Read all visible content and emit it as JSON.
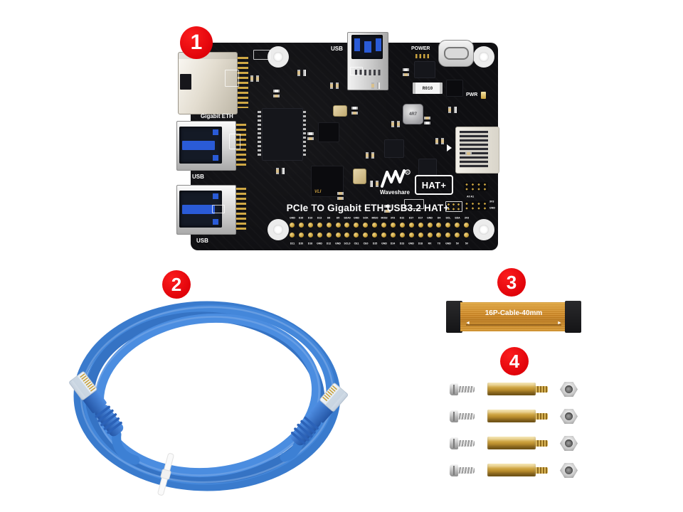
{
  "items": {
    "badge_board": "1",
    "badge_ethernet_cable": "2",
    "badge_ffc_cable": "3",
    "badge_standoff_kit": "4"
  },
  "board": {
    "title": "PCIe TO Gigabit ETH USB3.2 HAT+",
    "port_labels": {
      "gigabit_eth": "Gigabit ETH",
      "usb_top": "USB",
      "usb_left_1": "USB",
      "usb_left_2": "USB",
      "power": "POWER"
    },
    "silkscreen": {
      "pwr": "PWR",
      "shunt_resistor": "R010",
      "inductor": "4R7",
      "hat_badge": "HAT+",
      "brand": "Waveshare",
      "chip_logo": "VLI",
      "aux_header": "A0 A1",
      "rail_3v3": "3V3",
      "rail_gnd": "GND"
    },
    "gpio_labels_top": [
      "GND",
      "D26",
      "D19",
      "D13",
      "D6",
      "D5",
      "SDA0",
      "GND",
      "SCK",
      "MISO",
      "MOSI",
      "3V3",
      "D22",
      "D27",
      "D17",
      "GND",
      "D4",
      "SCL",
      "SDA",
      "3V3"
    ],
    "gpio_labels_bottom": [
      "D21",
      "D20",
      "D16",
      "GND",
      "D12",
      "GND",
      "SCL0",
      "CE1",
      "CE0",
      "D25",
      "GND",
      "D24",
      "D23",
      "GND",
      "D18",
      "RX",
      "TX",
      "GND",
      "5V",
      "5V"
    ]
  },
  "ffc_cable": {
    "label": "16P-Cable-40mm",
    "arrow_left": "◄",
    "arrow_right": "►"
  },
  "colors": {
    "badge_red": "#e8000f",
    "pcb_black": "#0f0f12",
    "cable_blue": "#3d80d4",
    "ffc_orange": "#d5892b",
    "brass_gold": "#c9a23c",
    "usb_blue": "#2a5bd7",
    "background": "#ffffff"
  }
}
